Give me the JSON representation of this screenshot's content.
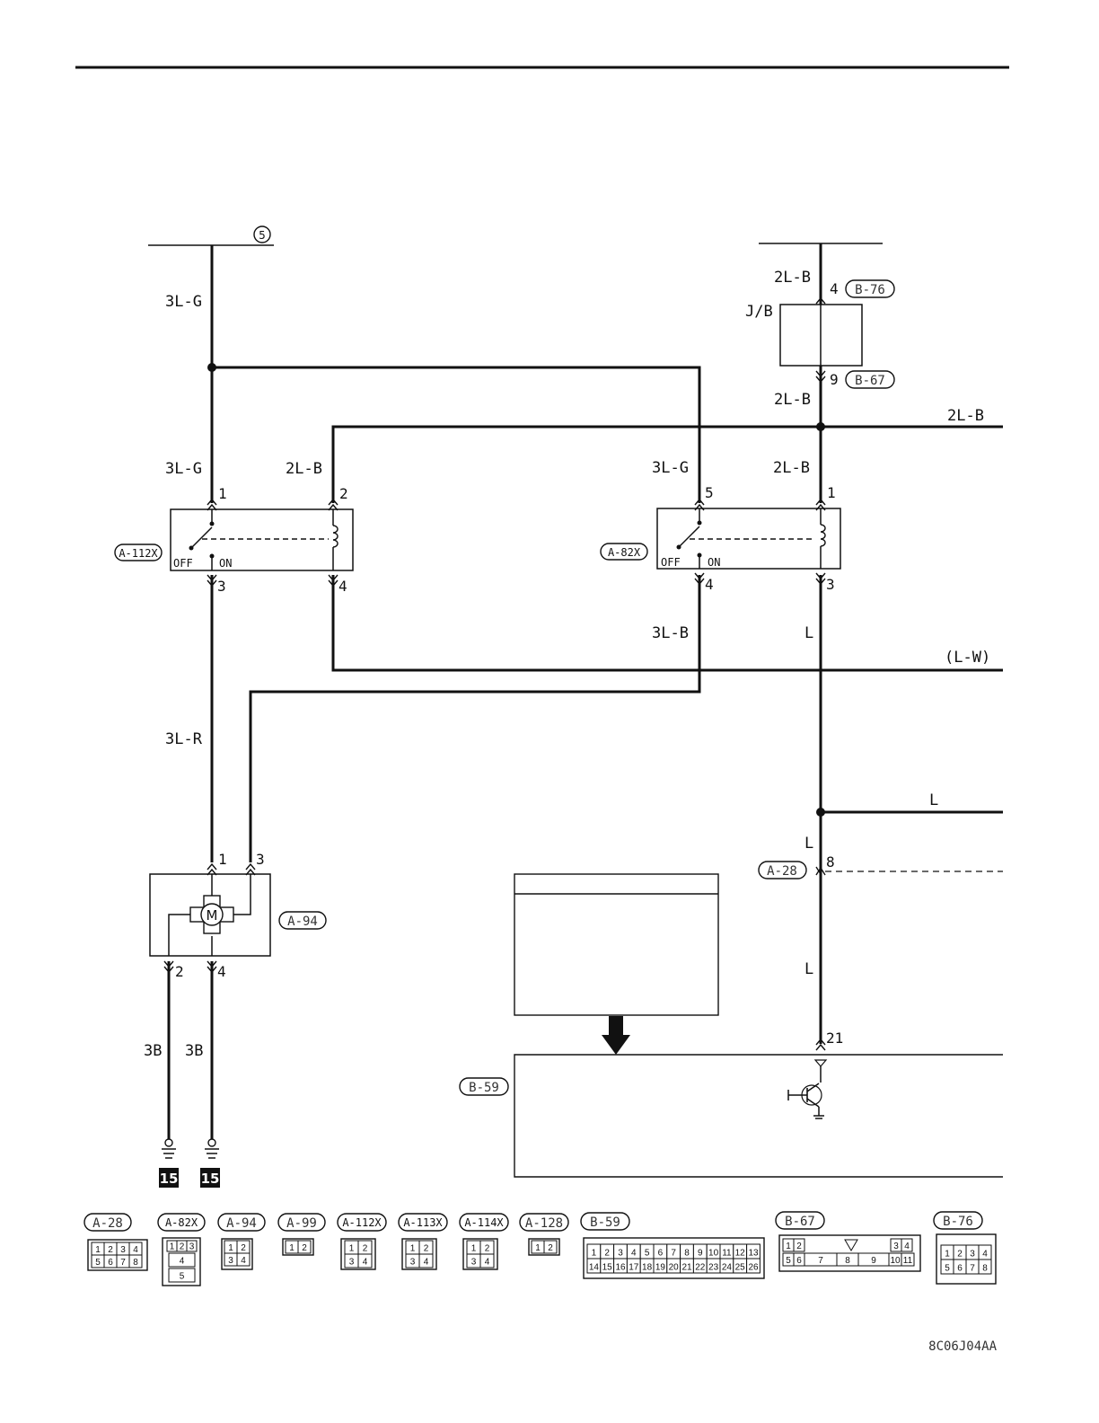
{
  "connectors_top": {
    "c5_label": "⑤",
    "a112x": "A-112X",
    "a82x": "A-82X",
    "a94": "A-94",
    "a28": "A-28",
    "b59": "B-59",
    "b76": "B-76",
    "b67": "B-67"
  },
  "relay_states": {
    "off": "OFF",
    "on": "ON"
  },
  "jb_label": "J/B",
  "wires": {
    "w_3lg_top": "3L-G",
    "w_3lg_relay1": "3L-G",
    "w_2lb_relay1": "2L-B",
    "w_3lg_relay2": "3L-G",
    "w_2lb_relay2": "2L-B",
    "w_2lb_b76": "2L-B",
    "w_2lb_b67": "2L-B",
    "w_2lb_right": "2L-B",
    "w_3lb": "3L-B",
    "w_l_1": "L",
    "w_lw": "(L-W)",
    "w_3lr": "3L-R",
    "w_l_2": "L",
    "w_l_3": "L",
    "w_l_4": "L",
    "w_3b_1": "3B",
    "w_3b_2": "3B"
  },
  "pins": {
    "r1_1": "1",
    "r1_2": "2",
    "r1_3": "3",
    "r1_4": "4",
    "r2_5": "5",
    "r2_1": "1",
    "r2_4": "4",
    "r2_3": "3",
    "b76_4": "4",
    "b67_9": "9",
    "m_1": "1",
    "m_3": "3",
    "m_2": "2",
    "m_4": "4",
    "a28_8": "8",
    "b59_21": "21"
  },
  "grounds": {
    "g1": "15",
    "g2": "15"
  },
  "motor_symbol": "M",
  "legend": [
    {
      "code": "A-28",
      "pins": [
        "1",
        "2",
        "3",
        "4",
        "5",
        "6",
        "7",
        "8"
      ]
    },
    {
      "code": "A-82X",
      "pins": [
        "1",
        "2",
        "3",
        "4",
        "5"
      ]
    },
    {
      "code": "A-94",
      "pins": [
        "1",
        "2",
        "3",
        "4"
      ]
    },
    {
      "code": "A-99",
      "pins": [
        "1",
        "2"
      ]
    },
    {
      "code": "A-112X",
      "pins": [
        "1",
        "2",
        "3",
        "4"
      ]
    },
    {
      "code": "A-113X",
      "pins": [
        "1",
        "2",
        "3",
        "4"
      ]
    },
    {
      "code": "A-114X",
      "pins": [
        "1",
        "2",
        "3",
        "4"
      ]
    },
    {
      "code": "A-128",
      "pins": [
        "1",
        "2"
      ]
    },
    {
      "code": "B-59",
      "pins": [
        "1",
        "2",
        "3",
        "4",
        "5",
        "6",
        "7",
        "8",
        "9",
        "10",
        "11",
        "12",
        "13",
        "14",
        "15",
        "16",
        "17",
        "18",
        "19",
        "20",
        "21",
        "22",
        "23",
        "24",
        "25",
        "26"
      ]
    },
    {
      "code": "B-67",
      "pins": [
        "1",
        "2",
        "3",
        "4",
        "5",
        "6",
        "7",
        "8",
        "9",
        "10",
        "11"
      ]
    },
    {
      "code": "B-76",
      "pins": [
        "1",
        "2",
        "3",
        "4",
        "5",
        "6",
        "7",
        "8"
      ]
    }
  ],
  "figure_code": "8C06J04AA"
}
